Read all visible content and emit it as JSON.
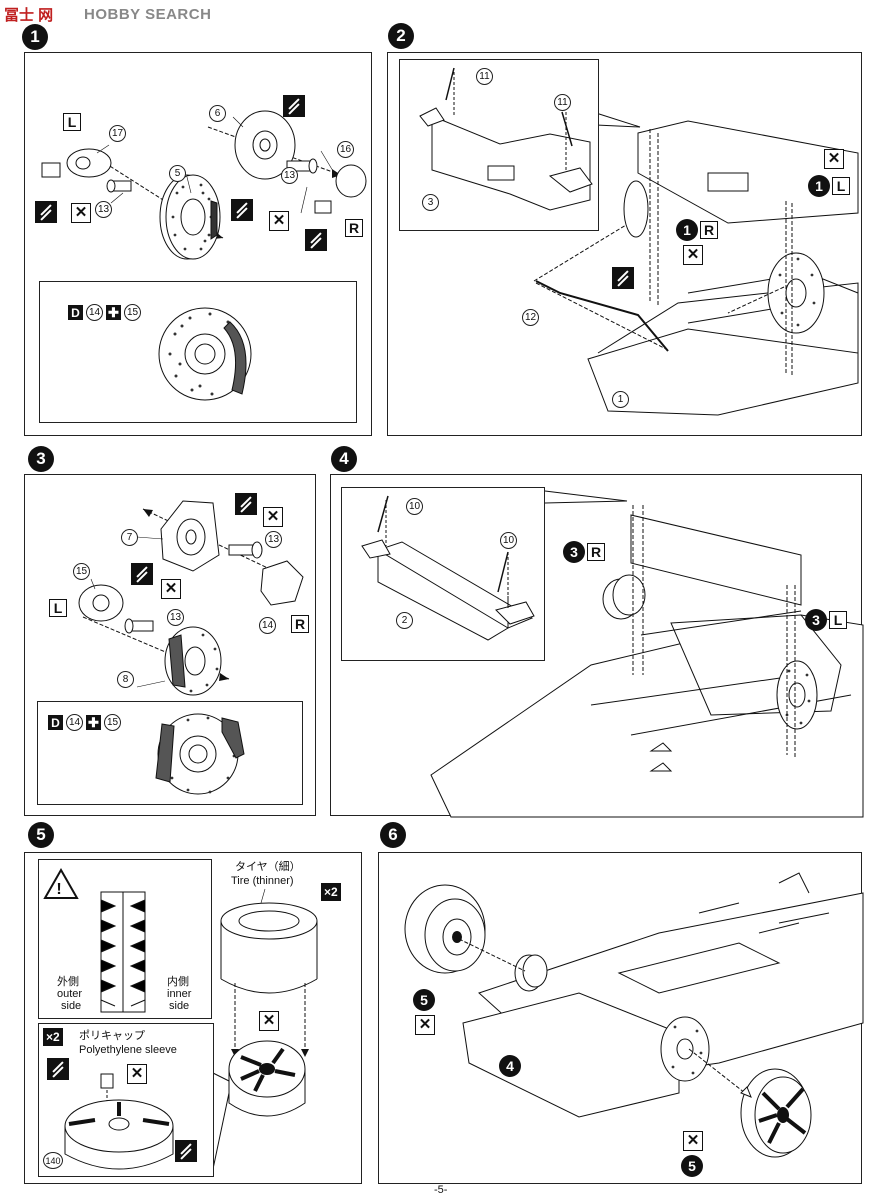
{
  "header": {
    "watermark": "HOBBY SEARCH",
    "watermark_logo": "冨士 网"
  },
  "steps": {
    "s1": {
      "num": "1",
      "side_l": "L",
      "side_r": "R",
      "parts": [
        "17",
        "5",
        "13",
        "6",
        "13",
        "16"
      ],
      "inset": {
        "d": "D",
        "p1": "14",
        "plus": "✚",
        "p2": "15"
      }
    },
    "s2": {
      "num": "2",
      "parts": [
        "11",
        "11",
        "3",
        "12",
        "1"
      ],
      "ref_l": {
        "num": "1",
        "side": "L"
      },
      "ref_r": {
        "num": "1",
        "side": "R"
      }
    },
    "s3": {
      "num": "3",
      "side_l": "L",
      "side_r": "R",
      "parts": [
        "7",
        "13",
        "15",
        "13",
        "14",
        "8"
      ],
      "inset": {
        "d": "D",
        "p1": "14",
        "plus": "✚",
        "p2": "15"
      }
    },
    "s4": {
      "num": "4",
      "parts": [
        "10",
        "10",
        "2"
      ],
      "ref_r": {
        "num": "3",
        "side": "R"
      },
      "ref_l": {
        "num": "3",
        "side": "L"
      }
    },
    "s5": {
      "num": "5",
      "warning": {
        "out_jp": "外側",
        "out_en1": "outer",
        "out_en2": "side",
        "in_jp": "内側",
        "in_en1": "inner",
        "in_en2": "side"
      },
      "tire_jp": "タイヤ（細）",
      "tire_en": "Tire (thinner)",
      "x2a": "×2",
      "x2b": "×2",
      "sleeve_jp": "ポリキャップ",
      "sleeve_en": "Polyethylene sleeve",
      "part140": "140"
    },
    "s6": {
      "num": "6",
      "ref5a": "5",
      "ref4": "4",
      "ref5b": "5"
    }
  },
  "footer": {
    "page": "-5-"
  }
}
